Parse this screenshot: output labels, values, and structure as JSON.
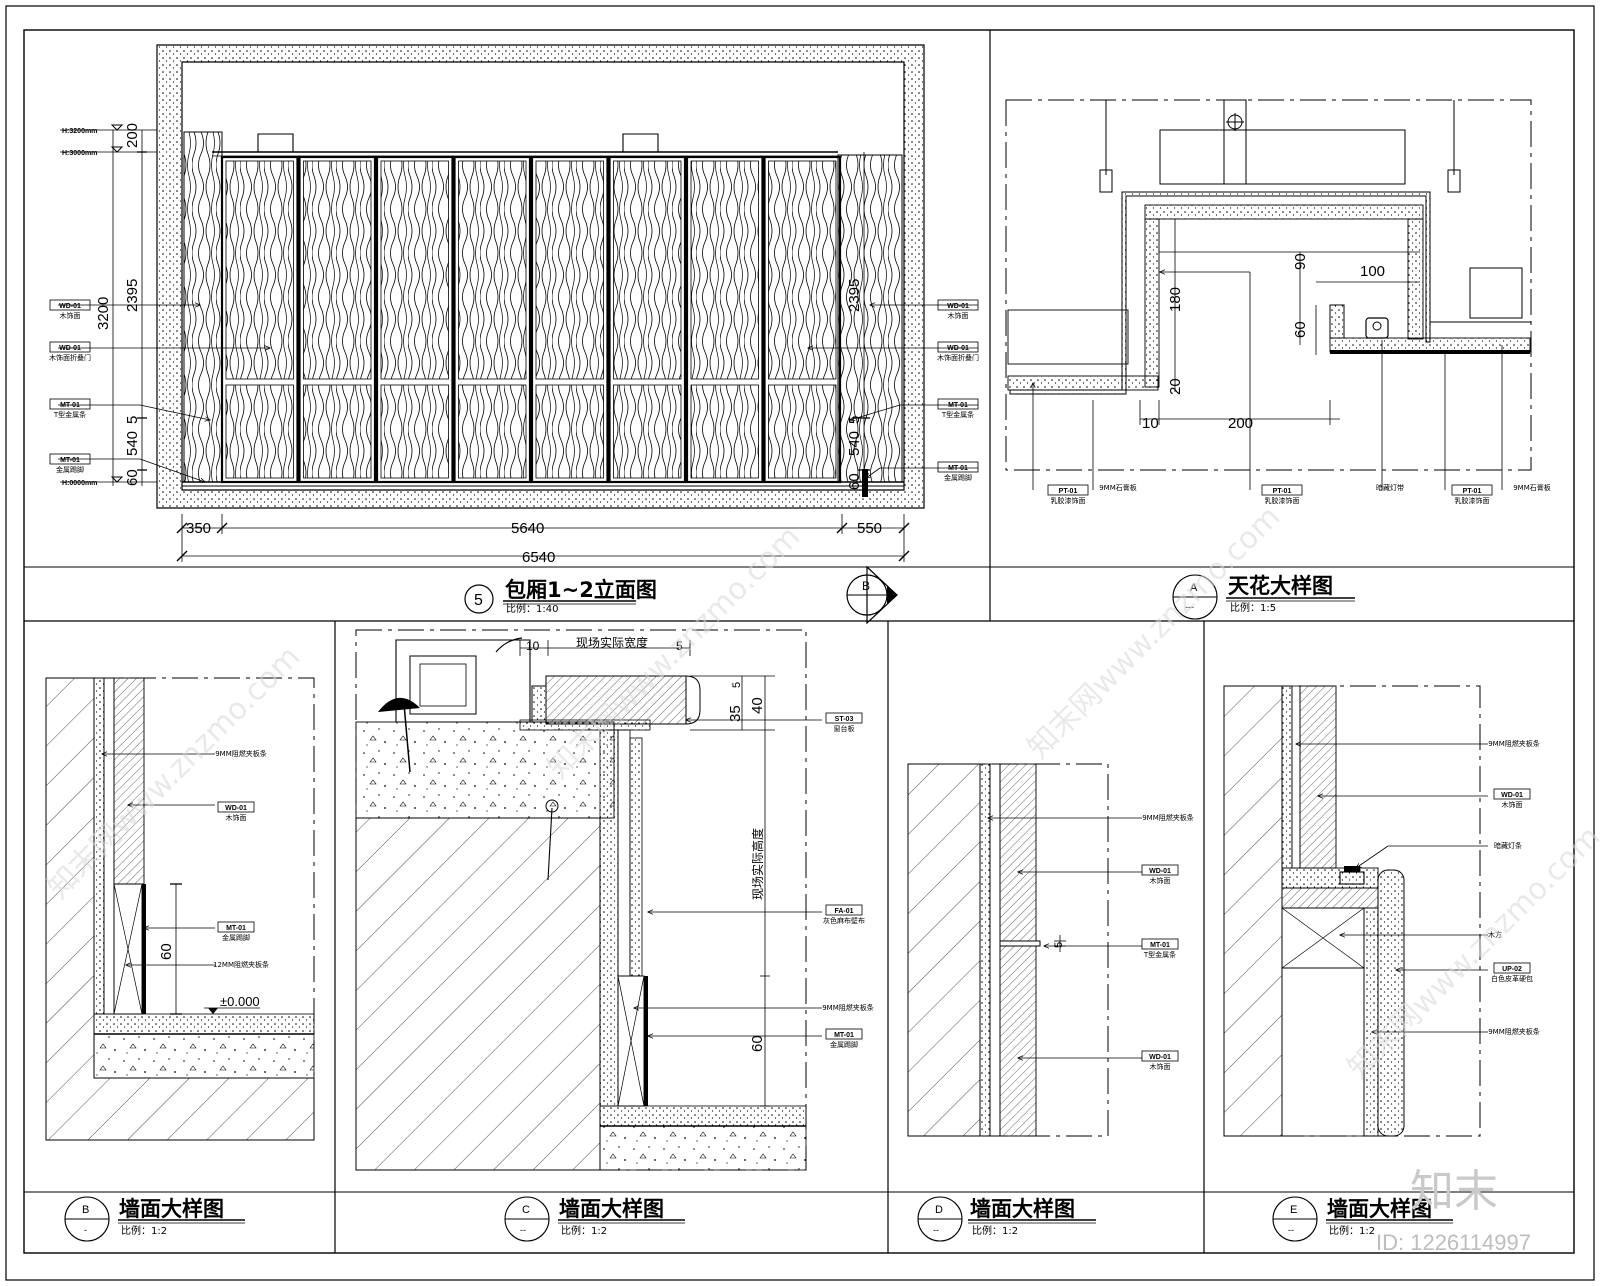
{
  "panels": {
    "elevation": {
      "index": "5",
      "title": "包厢1~2立面图",
      "scale": "比例：1:40",
      "section_marker": "B",
      "levels": [
        "H:3200mm",
        "H:3000mm",
        "H:0000mm"
      ],
      "dims_left": [
        "200",
        "2395",
        "3200",
        "5",
        "540",
        "60"
      ],
      "dims_right": [
        "2395",
        "5",
        "540",
        "60"
      ],
      "dims_bottom": [
        "350",
        "5640",
        "550",
        "6540"
      ],
      "tags_left": [
        {
          "code": "WD-01",
          "desc": "木饰面"
        },
        {
          "code": "WD-01",
          "desc": "木饰面折叠门"
        },
        {
          "code": "MT-01",
          "desc": "T型金属条"
        },
        {
          "code": "MT-01",
          "desc": "金属踢脚"
        }
      ],
      "tags_right": [
        {
          "code": "WD-01",
          "desc": "木饰面"
        },
        {
          "code": "WD-01",
          "desc": "木饰面折叠门"
        },
        {
          "code": "MT-01",
          "desc": "T型金属条"
        },
        {
          "code": "MT-01",
          "desc": "金属踢脚"
        }
      ]
    },
    "ceiling": {
      "index": "A",
      "sub": "---",
      "title": "天花大样图",
      "scale": "比例：1:5",
      "dims": [
        "90",
        "100",
        "180",
        "60",
        "20",
        "10",
        "200"
      ],
      "tags": [
        {
          "code": "PT-01",
          "desc": "乳胶漆饰面"
        },
        {
          "code": "",
          "desc": "9MM石膏板"
        },
        {
          "code": "PT-01",
          "desc": "乳胶漆饰面"
        },
        {
          "code": "",
          "desc": "暗藏灯带"
        },
        {
          "code": "PT-01",
          "desc": "乳胶漆饰面"
        },
        {
          "code": "",
          "desc": "9MM石膏板"
        }
      ]
    },
    "wallB": {
      "index": "B",
      "sub": "-",
      "title": "墙面大样图",
      "scale": "比例：1:2",
      "dim": "60",
      "level": "±0.000",
      "tags": [
        {
          "code": "",
          "desc": "9MM阻燃夹板条"
        },
        {
          "code": "WD-01",
          "desc": "木饰面"
        },
        {
          "code": "MT-01",
          "desc": "金属踢脚"
        },
        {
          "code": "",
          "desc": "12MM阻燃夹板条"
        }
      ]
    },
    "wallC": {
      "index": "C",
      "sub": "--",
      "title": "墙面大样图",
      "scale": "比例：1:2",
      "top_note": "现场实际宽度",
      "side_note": "现场实际高度",
      "dims": [
        "10",
        "5",
        "5",
        "35",
        "40",
        "60"
      ],
      "tags": [
        {
          "code": "ST-03",
          "desc": "窗台板"
        },
        {
          "code": "FA-01",
          "desc": "灰色麻布壁布"
        },
        {
          "code": "",
          "desc": "9MM阻燃夹板条"
        },
        {
          "code": "MT-01",
          "desc": "金属踢脚"
        }
      ]
    },
    "wallD": {
      "index": "D",
      "sub": "--",
      "title": "墙面大样图",
      "scale": "比例：1:2",
      "dim": "5",
      "tags": [
        {
          "code": "",
          "desc": "9MM阻燃夹板条"
        },
        {
          "code": "WD-01",
          "desc": "木饰面"
        },
        {
          "code": "MT-01",
          "desc": "T型金属条"
        },
        {
          "code": "WD-01",
          "desc": "木饰面"
        }
      ]
    },
    "wallE": {
      "index": "E",
      "sub": "--",
      "title": "墙面大样图",
      "scale": "比例：1:2",
      "tags": [
        {
          "code": "",
          "desc": "9MM阻燃夹板条"
        },
        {
          "code": "WD-01",
          "desc": "木饰面"
        },
        {
          "code": "",
          "desc": "暗藏灯条"
        },
        {
          "code": "",
          "desc": "木方"
        },
        {
          "code": "UP-02",
          "desc": "白色皮革硬包"
        },
        {
          "code": "",
          "desc": "9MM阻燃夹板条"
        }
      ]
    }
  },
  "watermark": {
    "text": "知末网www.znzmo.com",
    "brand": "知末",
    "id": "ID: 1226114997"
  }
}
